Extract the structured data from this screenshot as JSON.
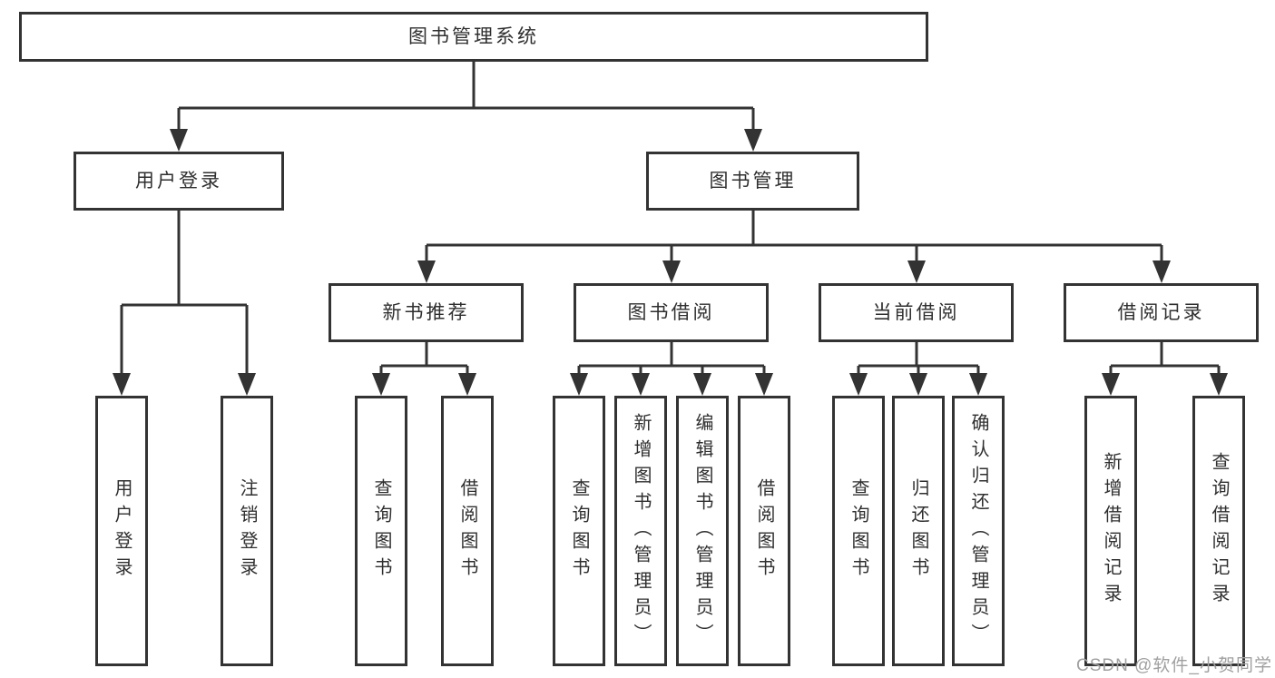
{
  "diagram": {
    "title": "图书管理系统",
    "root": {
      "label": "图书管理系统"
    },
    "branches": [
      {
        "label": "用户登录",
        "children": [
          {
            "label": "用户登录"
          },
          {
            "label": "注销登录"
          }
        ]
      },
      {
        "label": "图书管理",
        "children": [
          {
            "label": "新书推荐",
            "children": [
              {
                "label": "查询图书"
              },
              {
                "label": "借阅图书"
              }
            ]
          },
          {
            "label": "图书借阅",
            "children": [
              {
                "label": "查询图书"
              },
              {
                "label": "新增图书（管理员）"
              },
              {
                "label": "编辑图书（管理员）"
              },
              {
                "label": "借阅图书"
              }
            ]
          },
          {
            "label": "当前借阅",
            "children": [
              {
                "label": "查询图书"
              },
              {
                "label": "归还图书"
              },
              {
                "label": "确认归还（管理员）"
              }
            ]
          },
          {
            "label": "借阅记录",
            "children": [
              {
                "label": "新增借阅记录"
              },
              {
                "label": "查询借阅记录"
              }
            ]
          }
        ]
      }
    ]
  },
  "watermark": "CSDN @软件_小贺同学",
  "colors": {
    "line": "#333333",
    "box_border": "#333333",
    "text": "#2f2f2f",
    "background": "#ffffff",
    "watermark": "#a0a0a0"
  }
}
